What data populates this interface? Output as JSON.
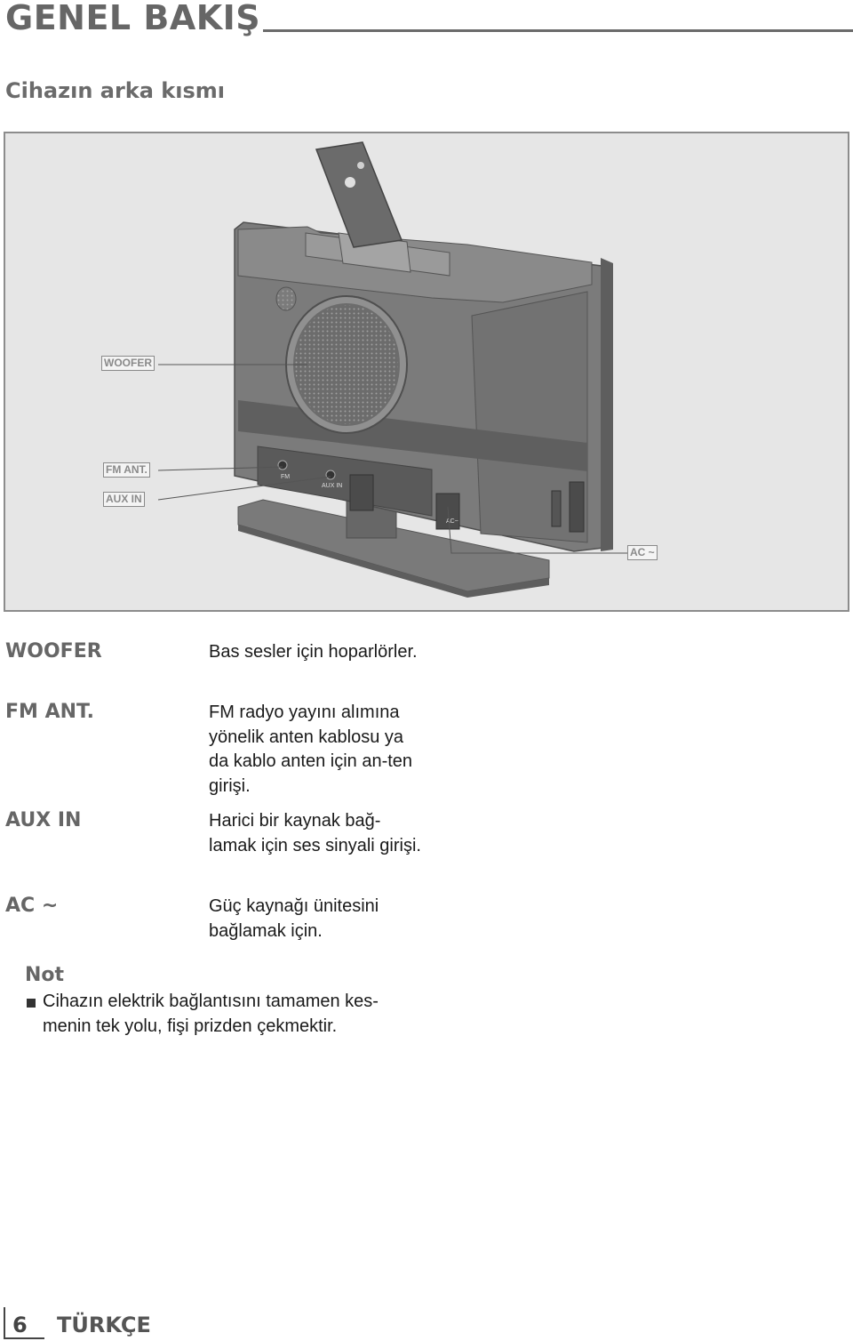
{
  "header": {
    "title": "GENEL BAKIŞ"
  },
  "section": {
    "subtitle": "Cihazın arka kısmı"
  },
  "figure": {
    "callouts": {
      "woofer": "WOOFER",
      "fm_ant": "FM ANT.",
      "aux_in": "AUX IN",
      "ac": "AC ~"
    },
    "device_labels": {
      "fm": "FM",
      "aux": "AUX IN",
      "ac": "AC~"
    }
  },
  "terms": [
    {
      "term": "WOOFER",
      "desc": "Bas sesler için hoparlörler."
    },
    {
      "term": "FM ANT.",
      "desc": "FM radyo yayını alımına yönelik anten kablosu ya da kablo anten için an-ten girişi."
    },
    {
      "term": "AUX IN",
      "desc": "Harici bir kaynak bağ-lamak için ses sinyali girişi."
    },
    {
      "term": "AC ~",
      "desc": "Güç kaynağı ünitesini bağlamak için."
    }
  ],
  "note": {
    "title": "Not",
    "text": "Cihazın elektrik bağlantısını tamamen kes-menin tek yolu, fişi prizden çekmektir."
  },
  "footer": {
    "page": "6",
    "language": "TÜRKÇE"
  },
  "colors": {
    "heading_gray": "#666666",
    "figure_bg": "#e6e6e6",
    "device_gray": "#707070"
  }
}
